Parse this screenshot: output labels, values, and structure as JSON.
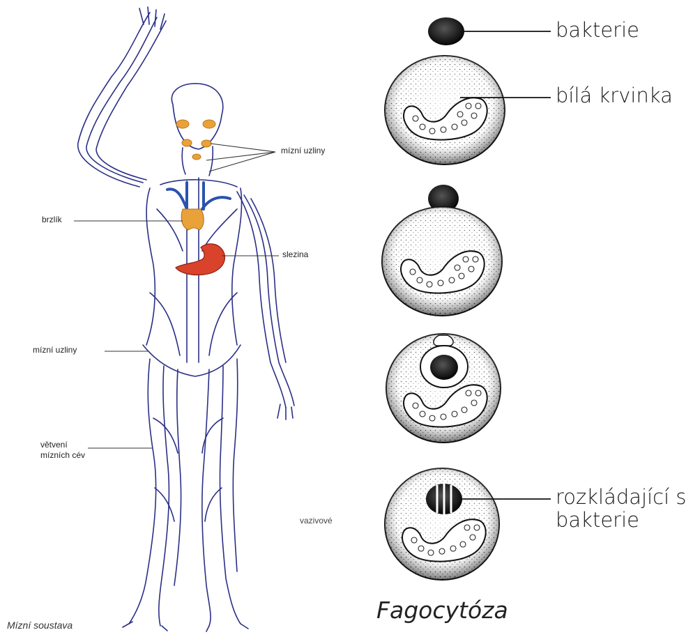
{
  "lymph_figure": {
    "labels": {
      "lymph_nodes_neck": "mízní uzliny",
      "thymus": "brzlík",
      "spleen": "slezina",
      "lymph_nodes_groin": "mízní uzliny",
      "vessel_branching_line1": "větvení",
      "vessel_branching_line2": "mízních cév",
      "fragment": "vazivové"
    },
    "caption": "Mízní soustava"
  },
  "phagocytosis_figure": {
    "labels": {
      "bacterium": "bakterie",
      "white_cell": "bílá krvinka",
      "decomposing_line1": "rozkládající se",
      "decomposing_line2": "bakterie"
    },
    "caption": "Fagocytóza"
  },
  "colors": {
    "vessel": "#2a2f86",
    "organ_orange": "#e9a23a",
    "spleen_red": "#d9432b",
    "vein_blue": "#2a52b0",
    "cell_ink": "#111111"
  }
}
